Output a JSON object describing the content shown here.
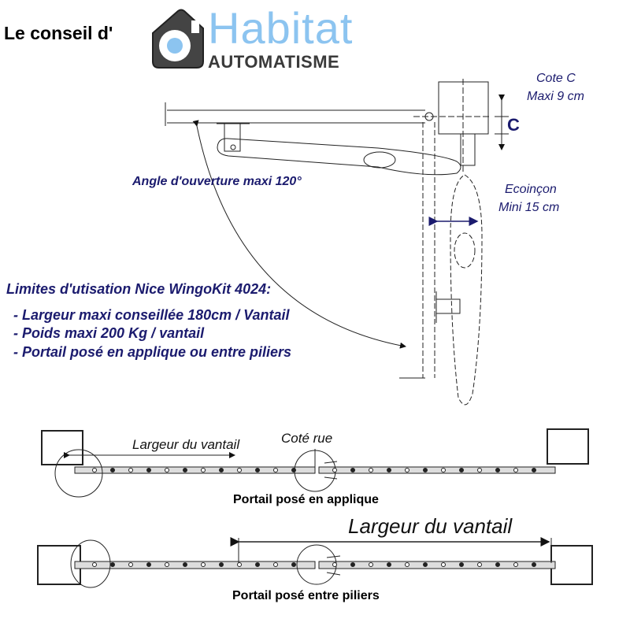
{
  "header": {
    "intro": "Le conseil d'",
    "logo_word": "Habitat",
    "logo_sub": "AUTOMATISME"
  },
  "top_diagram": {
    "cote_label": "Cote C",
    "cote_value": "Maxi 9 cm",
    "c_marker": "C",
    "angle_label": "Angle d'ouverture maxi 120°",
    "ecoincon_label": "Ecoinçon",
    "ecoincon_value": "Mini 15 cm"
  },
  "limits": {
    "title": "Limites d'utisation Nice WingoKit 4024:",
    "items": [
      "- Largeur maxi conseillée 180cm / Vantail",
      "- Poids maxi 200 Kg / vantail",
      "- Portail posé en applique ou entre piliers"
    ]
  },
  "bottom_diagrams": {
    "applique": {
      "width_label": "Largeur du vantail",
      "street_label": "Coté rue",
      "caption": "Portail posé en applique"
    },
    "piliers": {
      "width_label": "Largeur du vantail",
      "caption": "Portail posé entre piliers"
    }
  },
  "colors": {
    "navy": "#1b1b6e",
    "logo_blue": "#8cc4f0",
    "logo_gray": "#3a3a3a"
  }
}
